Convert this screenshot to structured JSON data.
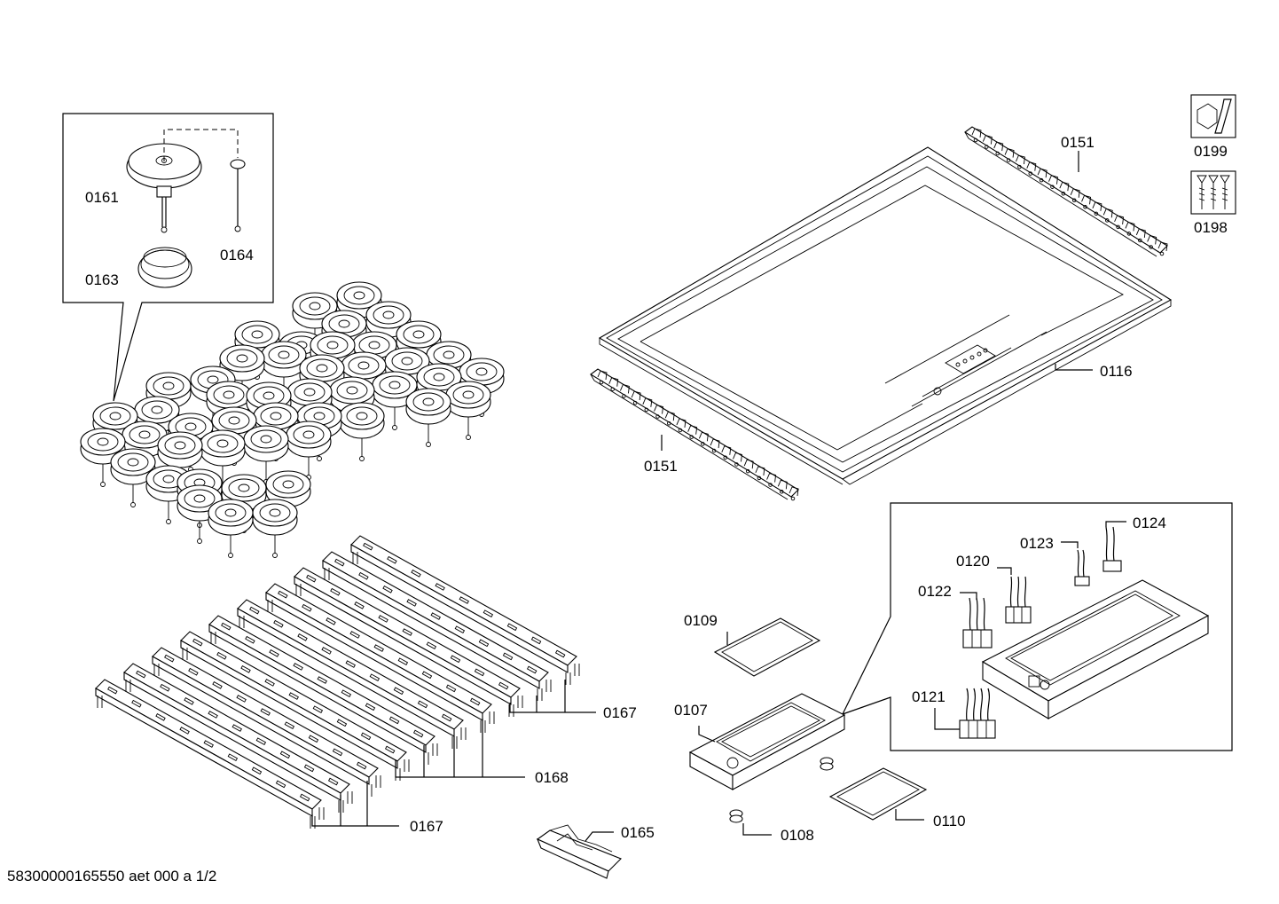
{
  "labels": {
    "p0161": "0161",
    "p0164": "0164",
    "p0163": "0163",
    "p0151_top": "0151",
    "p0151_bottom": "0151",
    "p0116": "0116",
    "p0199": "0199",
    "p0198": "0198",
    "p0167_upper": "0167",
    "p0168": "0168",
    "p0167_lower": "0167",
    "p0165": "0165",
    "p0109": "0109",
    "p0107": "0107",
    "p0108": "0108",
    "p0110": "0110",
    "p0120": "0120",
    "p0123": "0123",
    "p0124": "0124",
    "p0122": "0122",
    "p0121": "0121"
  },
  "footer": {
    "doc_id": "58300000165550 aet 000 a 1/2"
  },
  "icons": {
    "service": "wrench-icon",
    "screws": "screw-set-icon"
  }
}
